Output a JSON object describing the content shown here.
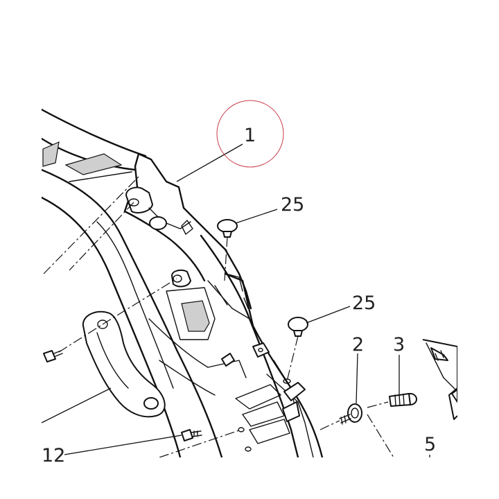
{
  "callouts": {
    "c1": "1",
    "c2": "2",
    "c3": "3",
    "c5": "5",
    "c12": "12",
    "c25a": "25",
    "c25b": "25"
  },
  "colors": {
    "line": "#111111",
    "highlight": "#c83a4a",
    "background": "#ffffff"
  }
}
